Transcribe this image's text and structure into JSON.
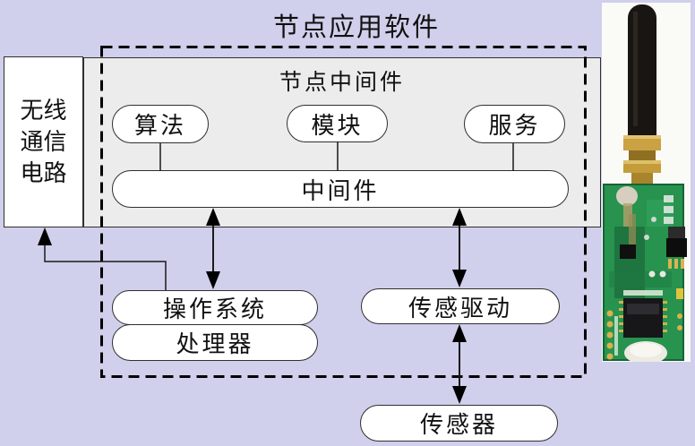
{
  "diagram": {
    "title": "节点应用软件",
    "middleware_panel": {
      "title": "节点中间件",
      "algorithm": "算法",
      "module": "模块",
      "service": "服务",
      "bus": "中间件"
    },
    "radio_box": {
      "line1": "无线",
      "line2": "通信",
      "line3": "电路"
    },
    "os": "操作系统",
    "processor": "处理器",
    "sensor_driver": "传感驱动",
    "sensor": "传感器"
  },
  "photo": {
    "icon": "wireless-node-module-photo"
  },
  "colors": {
    "background": "#d0d0ec",
    "panel_fill": "#ececec",
    "box_fill": "#ffffff",
    "line": "#1a1a1a",
    "pcb_green": "#27934f",
    "antenna_black": "#181512",
    "connector_gold": "#c9a143"
  }
}
